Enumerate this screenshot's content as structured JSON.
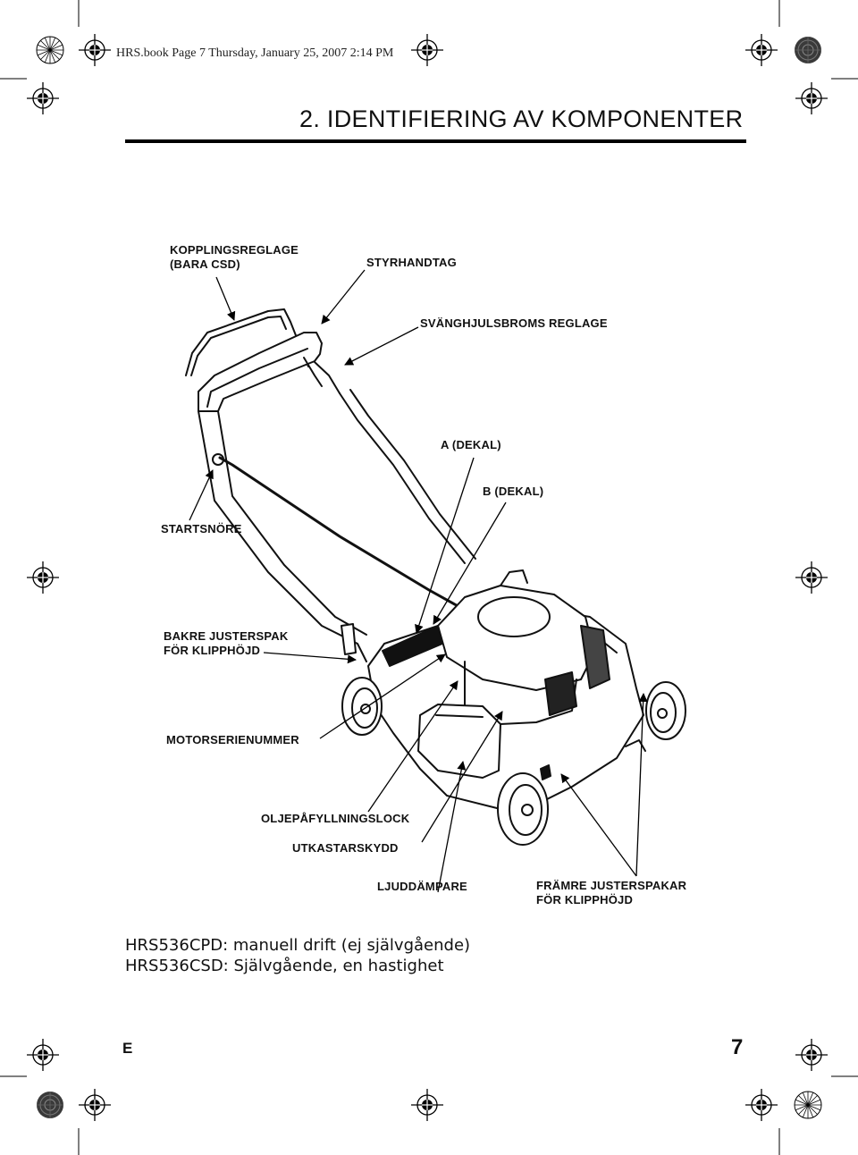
{
  "header": {
    "book_info": "HRS.book  Page 7  Thursday, January 25, 2007  2:14 PM"
  },
  "title": "2. IDENTIFIERING AV KOMPONENTER",
  "labels": {
    "kopplingsreglage_1": "KOPPLINGSREGLAGE",
    "kopplingsreglage_2": "(BARA CSD)",
    "styrhandtag": "STYRHANDTAG",
    "svanghjulsbroms": "SVÄNGHJULSBROMS REGLAGE",
    "dekal_a": "A (DEKAL)",
    "dekal_b": "B (DEKAL)",
    "startsnore": "STARTSNÖRE",
    "bakre_1": "BAKRE JUSTERSPAK",
    "bakre_2": "FÖR KLIPPHÖJD",
    "motorserienummer": "MOTORSERIENUMMER",
    "oljepafyllning": "OLJEPÅFYLLNINGSLOCK",
    "utkastarskydd": "UTKASTARSKYDD",
    "ljuddampare": "LJUDDÄMPARE",
    "framre_1": "FRÄMRE JUSTERSPAKAR",
    "framre_2": "FÖR KLIPPHÖJD"
  },
  "models": {
    "line1": "HRS536CPD: manuell drift (ej självgående)",
    "line2": "HRS536CSD: Självgående, en hastighet"
  },
  "footer": {
    "section_letter": "E",
    "page_number": "7"
  }
}
